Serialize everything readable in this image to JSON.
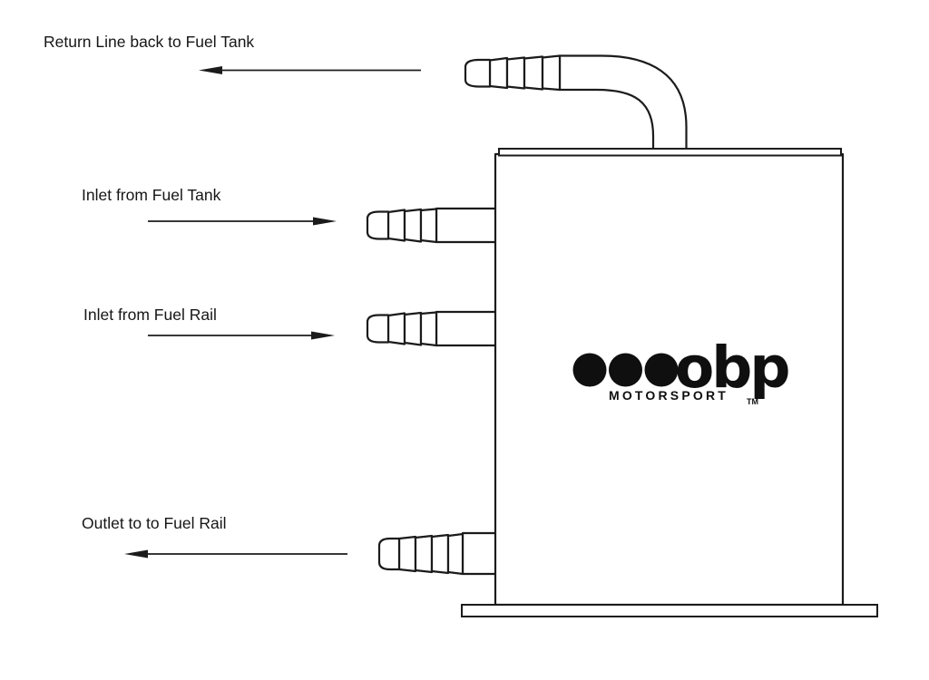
{
  "labels": {
    "return_line": "Return Line back to Fuel Tank",
    "inlet_fuel_tank": "Inlet from Fuel Tank",
    "inlet_fuel_rail": "Inlet from Fuel Rail",
    "outlet_fuel_rail": "Outlet to to Fuel Rail"
  },
  "logo": {
    "brand": "obp",
    "subtitle": "MOTORSPORT",
    "trademark": "TM"
  },
  "fittings": {
    "return_port": "hose-barb-elbow-top",
    "inlet_fuel_tank_port": "hose-barb-left-upper",
    "inlet_fuel_rail_port": "hose-barb-left-middle",
    "outlet_fuel_rail_port": "hose-barb-left-bottom"
  },
  "colors": {
    "line": "#1b1b1b",
    "logo": "#0f0f0f",
    "background": "#ffffff"
  }
}
